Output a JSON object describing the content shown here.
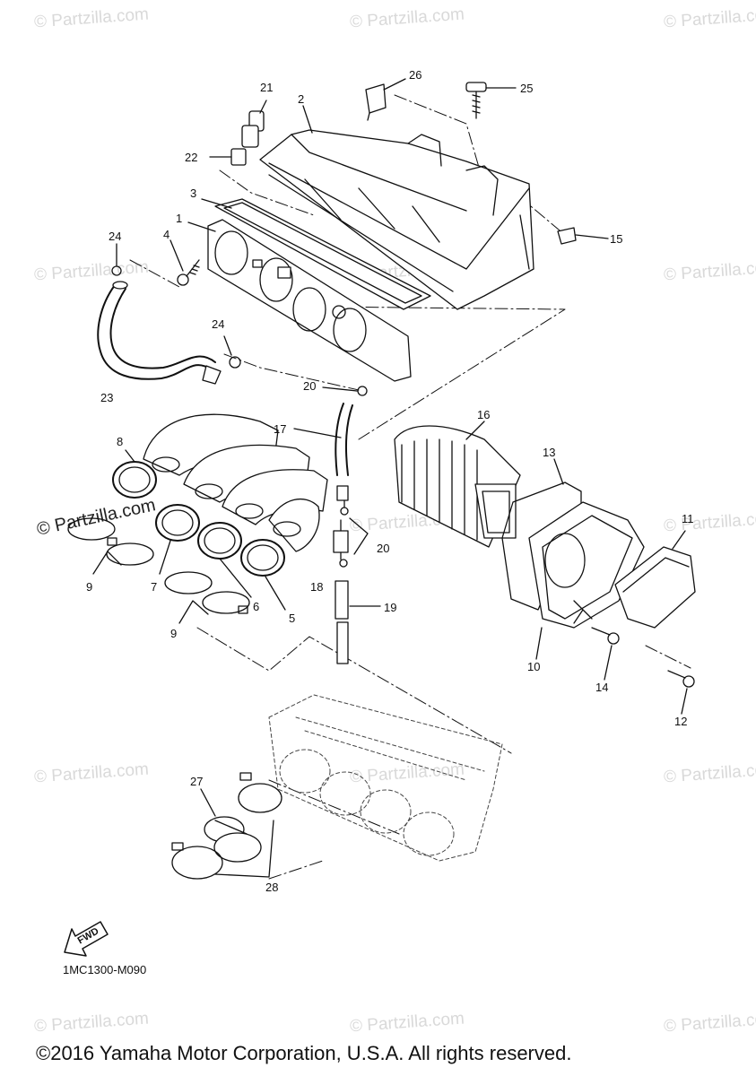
{
  "watermark_text": "© Partzilla.com",
  "watermark_dark_text": "© Partzilla.com",
  "callouts": {
    "p1": "1",
    "p2": "2",
    "p3": "3",
    "p4": "4",
    "p5": "5",
    "p6": "6",
    "p7": "7",
    "p8": "8",
    "p9a": "9",
    "p9b": "9",
    "p10": "10",
    "p11": "11",
    "p12": "12",
    "p13": "13",
    "p14": "14",
    "p15": "15",
    "p16": "16",
    "p17": "17",
    "p18": "18",
    "p19": "19",
    "p20a": "20",
    "p20b": "20",
    "p21": "21",
    "p22": "22",
    "p23": "23",
    "p24a": "24",
    "p24b": "24",
    "p25": "25",
    "p26": "26",
    "p27": "27",
    "p28": "28"
  },
  "fwd_label": "FWD",
  "diagram_code": "1MC1300-M090",
  "copyright": "©2016 Yamaha Motor Corporation, U.S.A. All rights reserved."
}
